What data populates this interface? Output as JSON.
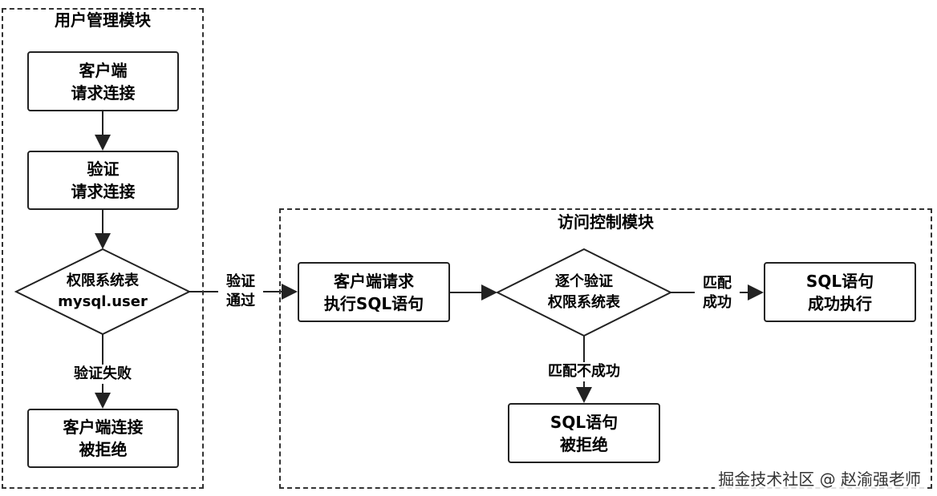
{
  "modules": {
    "user_management": {
      "title": "用户管理模块"
    },
    "access_control": {
      "title": "访问控制模块"
    }
  },
  "nodes": {
    "client_request": {
      "line1": "客户端",
      "line2": "请求连接"
    },
    "verify_request": {
      "line1": "验证",
      "line2": "请求连接"
    },
    "permission_table": {
      "line1": "权限系统表",
      "line2": "mysql.user"
    },
    "client_rejected": {
      "line1": "客户端连接",
      "line2": "被拒绝"
    },
    "client_exec_sql": {
      "line1": "客户端请求",
      "line2": "执行SQL语句"
    },
    "verify_each": {
      "line1": "逐个验证",
      "line2": "权限系统表"
    },
    "sql_success": {
      "line1": "SQL语句",
      "line2": "成功执行"
    },
    "sql_rejected": {
      "line1": "SQL语句",
      "line2": "被拒绝"
    }
  },
  "edge_labels": {
    "verify_fail": "验证失败",
    "verify_pass_line1": "验证",
    "verify_pass_line2": "通过",
    "match_line1": "匹配",
    "match_line2": "成功",
    "no_match": "匹配不成功"
  },
  "footer": {
    "text": "掘金技术社区 @ 赵渝强老师"
  },
  "colors": {
    "stroke": "#222222",
    "dashed_border": "#333333"
  }
}
